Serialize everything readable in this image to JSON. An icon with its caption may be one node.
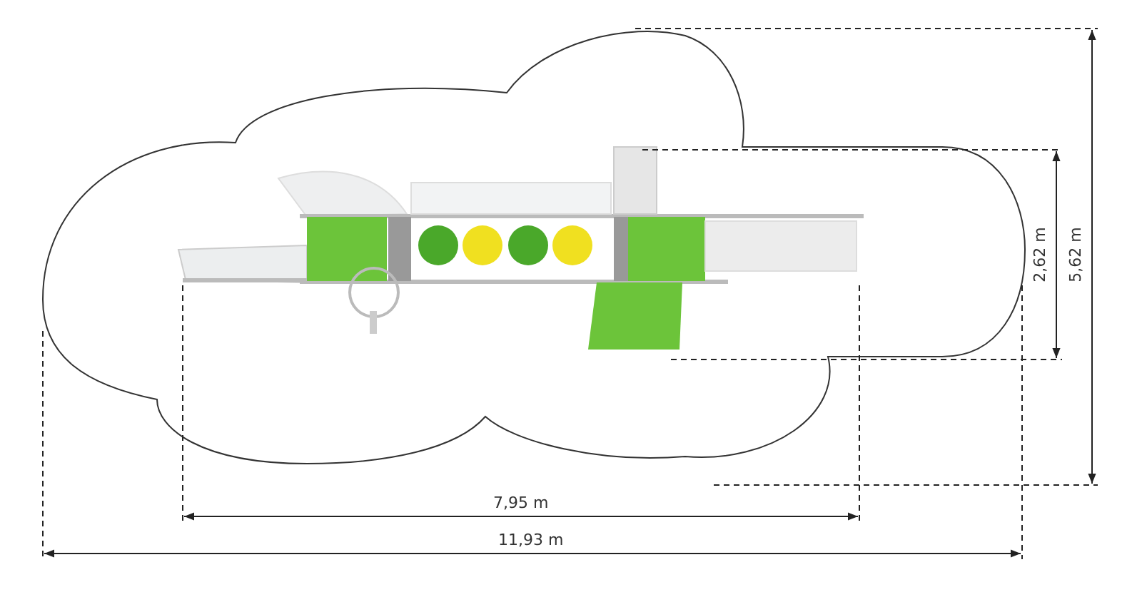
{
  "diagram": {
    "labels": [
      "2,62 m",
      "5,62 m",
      "7,95 m",
      "11,93 m"
    ]
  }
}
